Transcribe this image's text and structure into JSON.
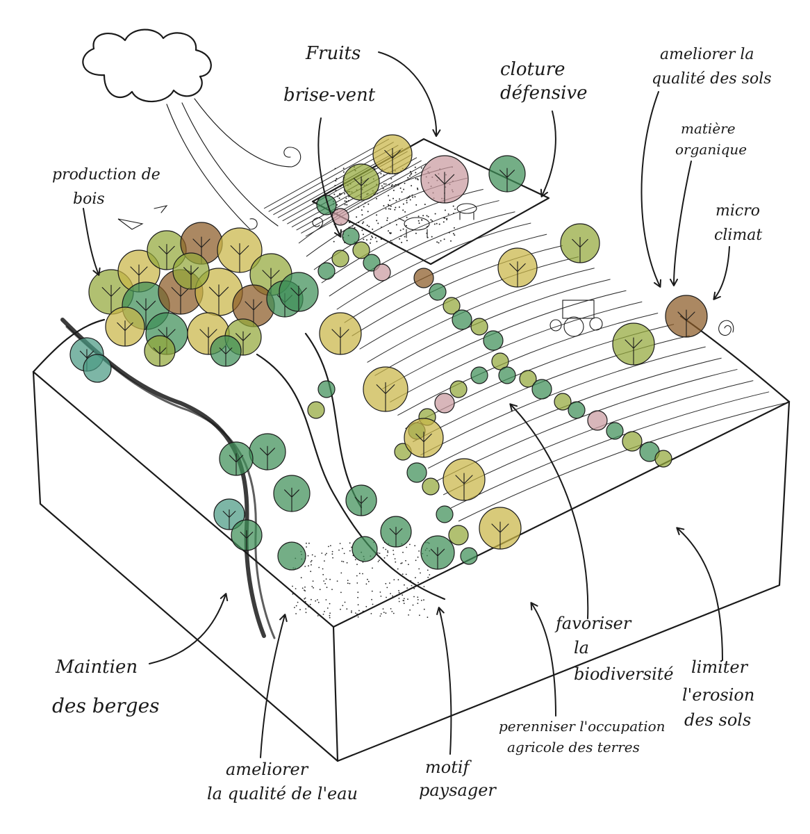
{
  "labels": {
    "fruits": "Fruits",
    "brise_vent": "brise-vent",
    "cloture_1": "cloture",
    "cloture_2": "défensive",
    "sols_1": "ameliorer la",
    "sols_2": "qualité des sols",
    "matiere_1": "matière",
    "matiere_2": "organique",
    "micro_1": "micro",
    "micro_2": "climat",
    "bois_1": "production de",
    "bois_2": "bois",
    "berges_1": "Maintien",
    "berges_2": "des berges",
    "eau_1": "ameliorer",
    "eau_2": "la qualité de l'eau",
    "motif_1": "motif",
    "motif_2": "paysager",
    "perenniser_1": "perenniser l'occupation",
    "perenniser_2": "agricole des terres",
    "biodiv_1": "favoriser",
    "biodiv_2": "la",
    "biodiv_3": "biodiversité",
    "erosion_1": "limiter",
    "erosion_2": "l'erosion",
    "erosion_3": "des sols"
  },
  "colors": {
    "dark_green": "#3f8f58",
    "olive_green": "#93a83a",
    "ochre": "#c9b547",
    "brown": "#8a5a25",
    "pink": "#c99aa0",
    "teal": "#4b9a84"
  },
  "icons": [
    "cloud-icon",
    "bird-icon",
    "cow-icon",
    "tractor-icon",
    "snail-icon"
  ]
}
